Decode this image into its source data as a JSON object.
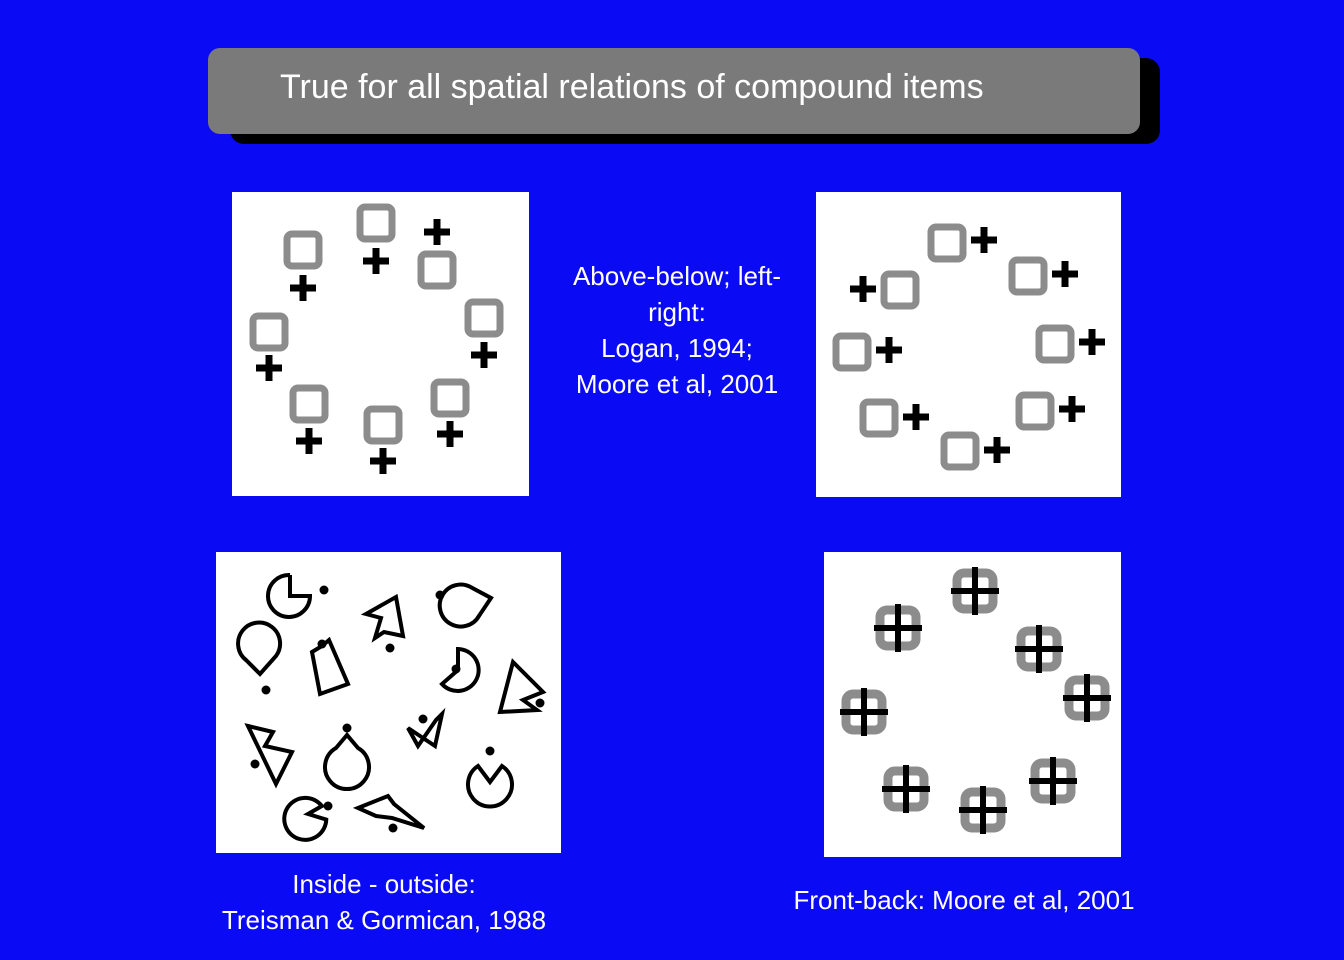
{
  "slide": {
    "title": "True for all spatial relations of compound items"
  },
  "captions": {
    "above_below": [
      "Above-below; left-",
      "right:",
      "Logan, 1994;",
      "Moore et al, 2001"
    ],
    "inside_outside": [
      "Inside - outside:",
      "Treisman & Gormican, 1988"
    ],
    "front_back": "Front-back: Moore et al, 2001"
  },
  "icons": {
    "square": "rounded-square-icon",
    "cross": "plus-cross-icon",
    "pacman": "pacman-icon",
    "dot": "dot-icon",
    "polygon": "notched-polygon-icon"
  },
  "colors": {
    "background": "#0a0af5",
    "title_bar": "#7a7a7a",
    "square_stroke": "#8c8c8c",
    "mark": "#000000"
  }
}
